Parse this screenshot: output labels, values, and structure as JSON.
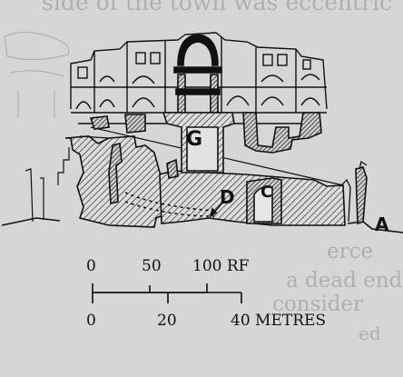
{
  "figure": {
    "labels": {
      "g": "G",
      "d": "D",
      "c": "C",
      "a": "A"
    },
    "scale_top": {
      "tick_0": "0",
      "tick_50": "50",
      "tick_100": "100 RF"
    },
    "scale_bottom": {
      "tick_0": "0",
      "tick_20": "20",
      "tick_40": "40 METRES"
    }
  }
}
